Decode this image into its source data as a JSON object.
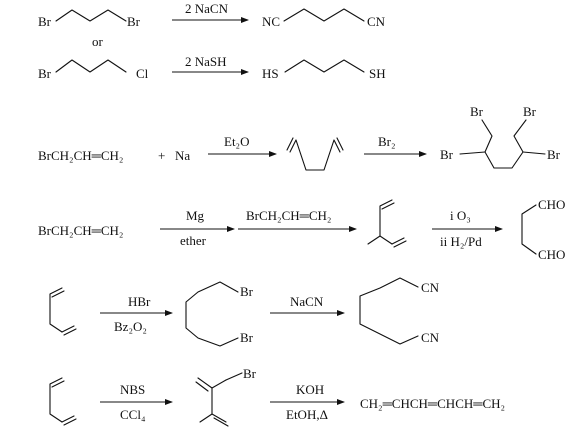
{
  "rows": [
    {
      "reactant_a": "Br",
      "reactant_b": "Br",
      "reagent": "2 NaCN",
      "product_a": "NC",
      "product_b": "CN"
    },
    {
      "connector": "or"
    },
    {
      "reactant_a": "Br",
      "reactant_b": "Cl",
      "reagent": "2 NaSH",
      "product_a": "HS",
      "product_b": "SH"
    },
    {
      "reactant": "BrCH₂CH═CH₂",
      "plus": "+",
      "co_reactant": "Na",
      "reagent": "Et₂O",
      "reagent2": "Br₂",
      "product_br_left": "Br",
      "product_br_right": "Br",
      "product_br_top_left": "Br",
      "product_br_top_right": "Br"
    },
    {
      "reactant": "BrCH₂CH═CH₂",
      "reagent_top": "Mg",
      "reagent_bottom": "ether",
      "reagent2": "BrCH₂CH═CH₂",
      "reagent3_top": "i O₃",
      "reagent3_bottom": "ii H₂/Pd",
      "product_top": "CHO",
      "product_bottom": "CHO"
    },
    {
      "reagent_top": "HBr",
      "reagent_bottom": "Bz₂O₂",
      "intermediate_top": "Br",
      "intermediate_bottom": "Br",
      "reagent2": "NaCN",
      "product_top": "CN",
      "product_bottom": "CN"
    },
    {
      "reagent_top": "NBS",
      "reagent_bottom": "CCl₄",
      "intermediate_br": "Br",
      "reagent2_top": "KOH",
      "reagent2_bottom": "EtOH,Δ",
      "product": "CH₂═CHCH═CHCH═CH₂"
    }
  ]
}
